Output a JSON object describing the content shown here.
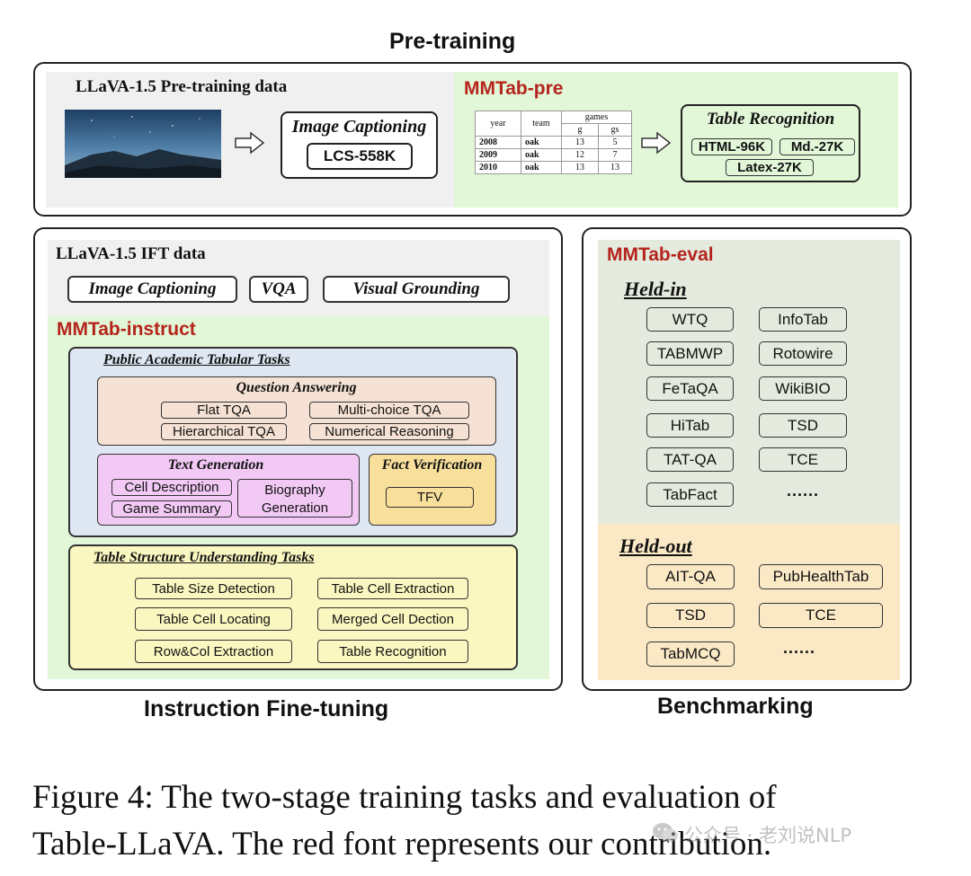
{
  "headings": {
    "pretraining": "Pre-training",
    "instruction": "Instruction Fine-tuning",
    "benchmarking": "Benchmarking"
  },
  "pretrain": {
    "llava_title": "LLaVA-1.5 Pre-training data",
    "image_captioning": "Image Captioning",
    "lcs": "LCS-558K",
    "mmtab_pre": "MMTab-pre",
    "table": {
      "headers": [
        "year",
        "team",
        "games",
        "g",
        "gs"
      ],
      "rows": [
        [
          "2008",
          "oak",
          "13",
          "5"
        ],
        [
          "2009",
          "oak",
          "12",
          "7"
        ],
        [
          "2010",
          "oak",
          "13",
          "13"
        ]
      ]
    },
    "table_recognition": "Table Recognition",
    "html": "HTML-96K",
    "md": "Md.-27K",
    "latex": "Latex-27K"
  },
  "ift": {
    "title": "LLaVA-1.5 IFT data",
    "tags": [
      "Image Captioning",
      "VQA",
      "Visual Grounding"
    ],
    "mmtab_instruct": "MMTab-instruct",
    "public_title": "Public Academic Tabular Tasks",
    "qa_title": "Question Answering",
    "qa_items": [
      "Flat TQA",
      "Multi-choice TQA",
      "Hierarchical TQA",
      "Numerical Reasoning"
    ],
    "textgen_title": "Text Generation",
    "textgen_items": [
      "Cell Description",
      "Game Summary"
    ],
    "biography_line1": "Biography",
    "biography_line2": "Generation",
    "fact_title": "Fact Verification",
    "tfv": "TFV",
    "structure_title": "Table Structure Understanding Tasks",
    "structure_items": [
      "Table Size Detection",
      "Table Cell Extraction",
      "Table Cell Locating",
      "Merged Cell Dection",
      "Row&Col Extraction",
      "Table Recognition"
    ]
  },
  "eval": {
    "title": "MMTab-eval",
    "held_in": "Held-in",
    "held_in_items": [
      "WTQ",
      "InfoTab",
      "TABMWP",
      "Rotowire",
      "FeTaQA",
      "WikiBIO",
      "HiTab",
      "TSD",
      "TAT-QA",
      "TCE",
      "TabFact",
      "......"
    ],
    "held_out": "Held-out",
    "held_out_items": [
      "AIT-QA",
      "PubHealthTab",
      "TSD",
      "TCE",
      "TabMCQ",
      "......"
    ]
  },
  "caption": {
    "line1": "Figure 4: The two-stage training tasks and evaluation of",
    "line2": "Table-LLaVA. The red font represents our contribution."
  },
  "watermark": "公众号 · 老刘说NLP",
  "colors": {
    "red": "#b5241c",
    "green_bg": "#e2f7d8",
    "grey_bg": "#f0f0f0",
    "blue_bg": "#dfe7f3",
    "peach_bg": "#f6e2d4",
    "pink_bg": "#f2c9f5",
    "orange_bg": "#f8df9c",
    "yellow_bg": "#fbf7c0",
    "eval_green_bg": "#e4ebde",
    "eval_peach_bg": "#fbe9c6"
  }
}
